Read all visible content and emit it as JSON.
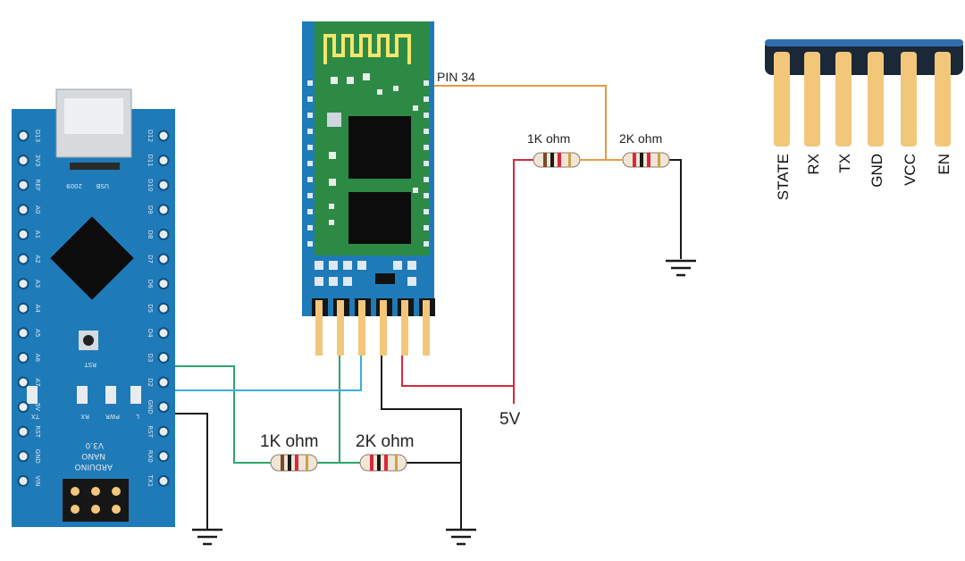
{
  "labels": {
    "pin34": "PIN 34",
    "r_right_1k": "1K ohm",
    "r_right_2k": "2K ohm",
    "r_bottom_1k": "1K ohm",
    "r_bottom_2k": "2K ohm",
    "five_volt": "5V"
  },
  "header_pins": [
    "STATE",
    "RX",
    "TX",
    "GND",
    "VCC",
    "EN"
  ],
  "arduino": {
    "left_pins": [
      "D13",
      "3V3",
      "REF",
      "A0",
      "A1",
      "A2",
      "A3",
      "A4",
      "A5",
      "A6",
      "A7",
      "5V",
      "RST",
      "GND",
      "VIN"
    ],
    "right_pins": [
      "D12",
      "D11",
      "D10",
      "D9",
      "D8",
      "D7",
      "D6",
      "D5",
      "D4",
      "D3",
      "D2",
      "GND",
      "RST",
      "RX0",
      "TX1"
    ],
    "board_text": [
      "ARDUINO",
      "NANO",
      "V3.0"
    ],
    "usb_text": [
      "USB",
      "2009"
    ],
    "rst_text": "RST",
    "led_text": [
      "TX",
      "RX",
      "PWR",
      "L"
    ]
  },
  "colors": {
    "board": "#1f7ab8",
    "bt_board": "#2d8a45",
    "wire_orange": "#e89a46",
    "wire_red": "#d8283c",
    "wire_green": "#2aa56a",
    "wire_cyan": "#3ab0d8",
    "wire_black": "#1a1a1a",
    "pin_gold": "#f3c77a"
  }
}
